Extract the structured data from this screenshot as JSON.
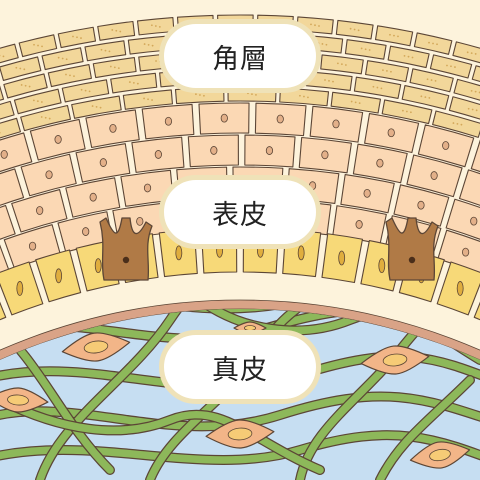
{
  "labels": {
    "horny_layer": "角層",
    "epidermis": "表皮",
    "dermis": "真皮"
  },
  "colors": {
    "background": "#fdf3dc",
    "horny_cell": "#f2d79a",
    "horny_cell_dot": "#d3a85a",
    "spinous_cell": "#fbd8b4",
    "cell_outline": "#5c4636",
    "cell_nucleus": "#e3b089",
    "basal_cell": "#f7d978",
    "basal_nucleus": "#e0ae3e",
    "melanocyte": "#b07a46",
    "basement_membrane": "#d9a387",
    "dermis_fluid": "#c6def2",
    "collagen_fiber": "#8db85a",
    "fibroblast": "#f2b588",
    "fibroblast_nucleus": "#f6cb76",
    "label_fill": "#ffffff",
    "label_border": "#efe2b8"
  }
}
